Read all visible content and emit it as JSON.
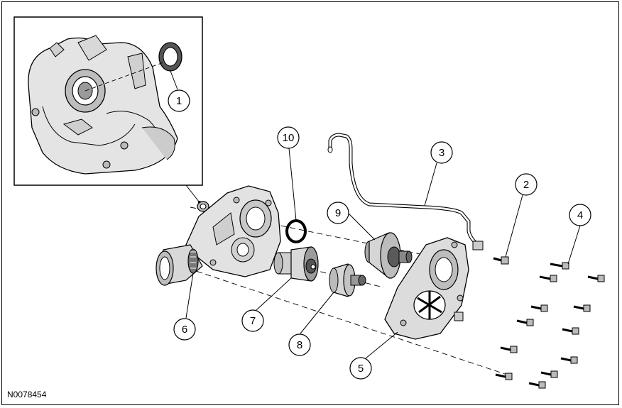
{
  "figure": {
    "id": "N0078454",
    "line_color": "#000000",
    "fill_light": "#e6e6e6",
    "fill_mid": "#bdbdbd",
    "fill_dark": "#555555"
  },
  "callouts": [
    {
      "label": "1",
      "part": "seal"
    },
    {
      "label": "2",
      "part": "bolt"
    },
    {
      "label": "3",
      "part": "vent-tube"
    },
    {
      "label": "4",
      "part": "bolts"
    },
    {
      "label": "5",
      "part": "housing-cover"
    },
    {
      "label": "6",
      "part": "output-housing-bearing"
    },
    {
      "label": "7",
      "part": "gear"
    },
    {
      "label": "8",
      "part": "bearing"
    },
    {
      "label": "9",
      "part": "gear"
    },
    {
      "label": "10",
      "part": "o-ring"
    }
  ]
}
